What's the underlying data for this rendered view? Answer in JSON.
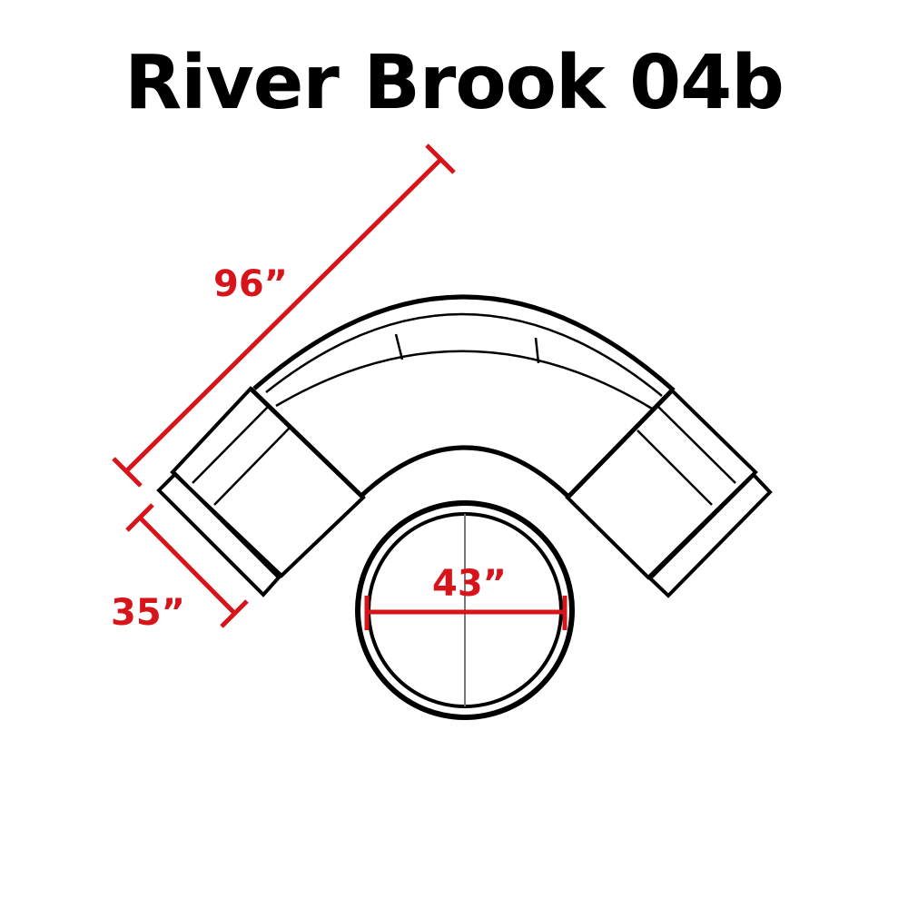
{
  "title": "River Brook 04b",
  "dimensions": {
    "length": "96”",
    "depth": "35”",
    "table_diameter": "43”"
  },
  "colors": {
    "dimension": "#d7141a",
    "outline": "#000000",
    "background": "#ffffff"
  }
}
